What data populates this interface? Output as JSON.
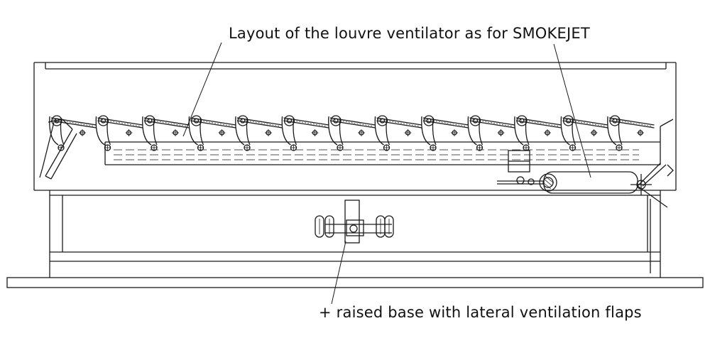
{
  "annotations": {
    "louvre_layout": "Layout of the louvre ventilator as for SMOKEJET",
    "raised_base": "+ raised base with lateral ventilation flaps"
  },
  "louvre_blade_count": 13,
  "colors": {
    "line": "#1a1a1a",
    "background": "#ffffff"
  }
}
